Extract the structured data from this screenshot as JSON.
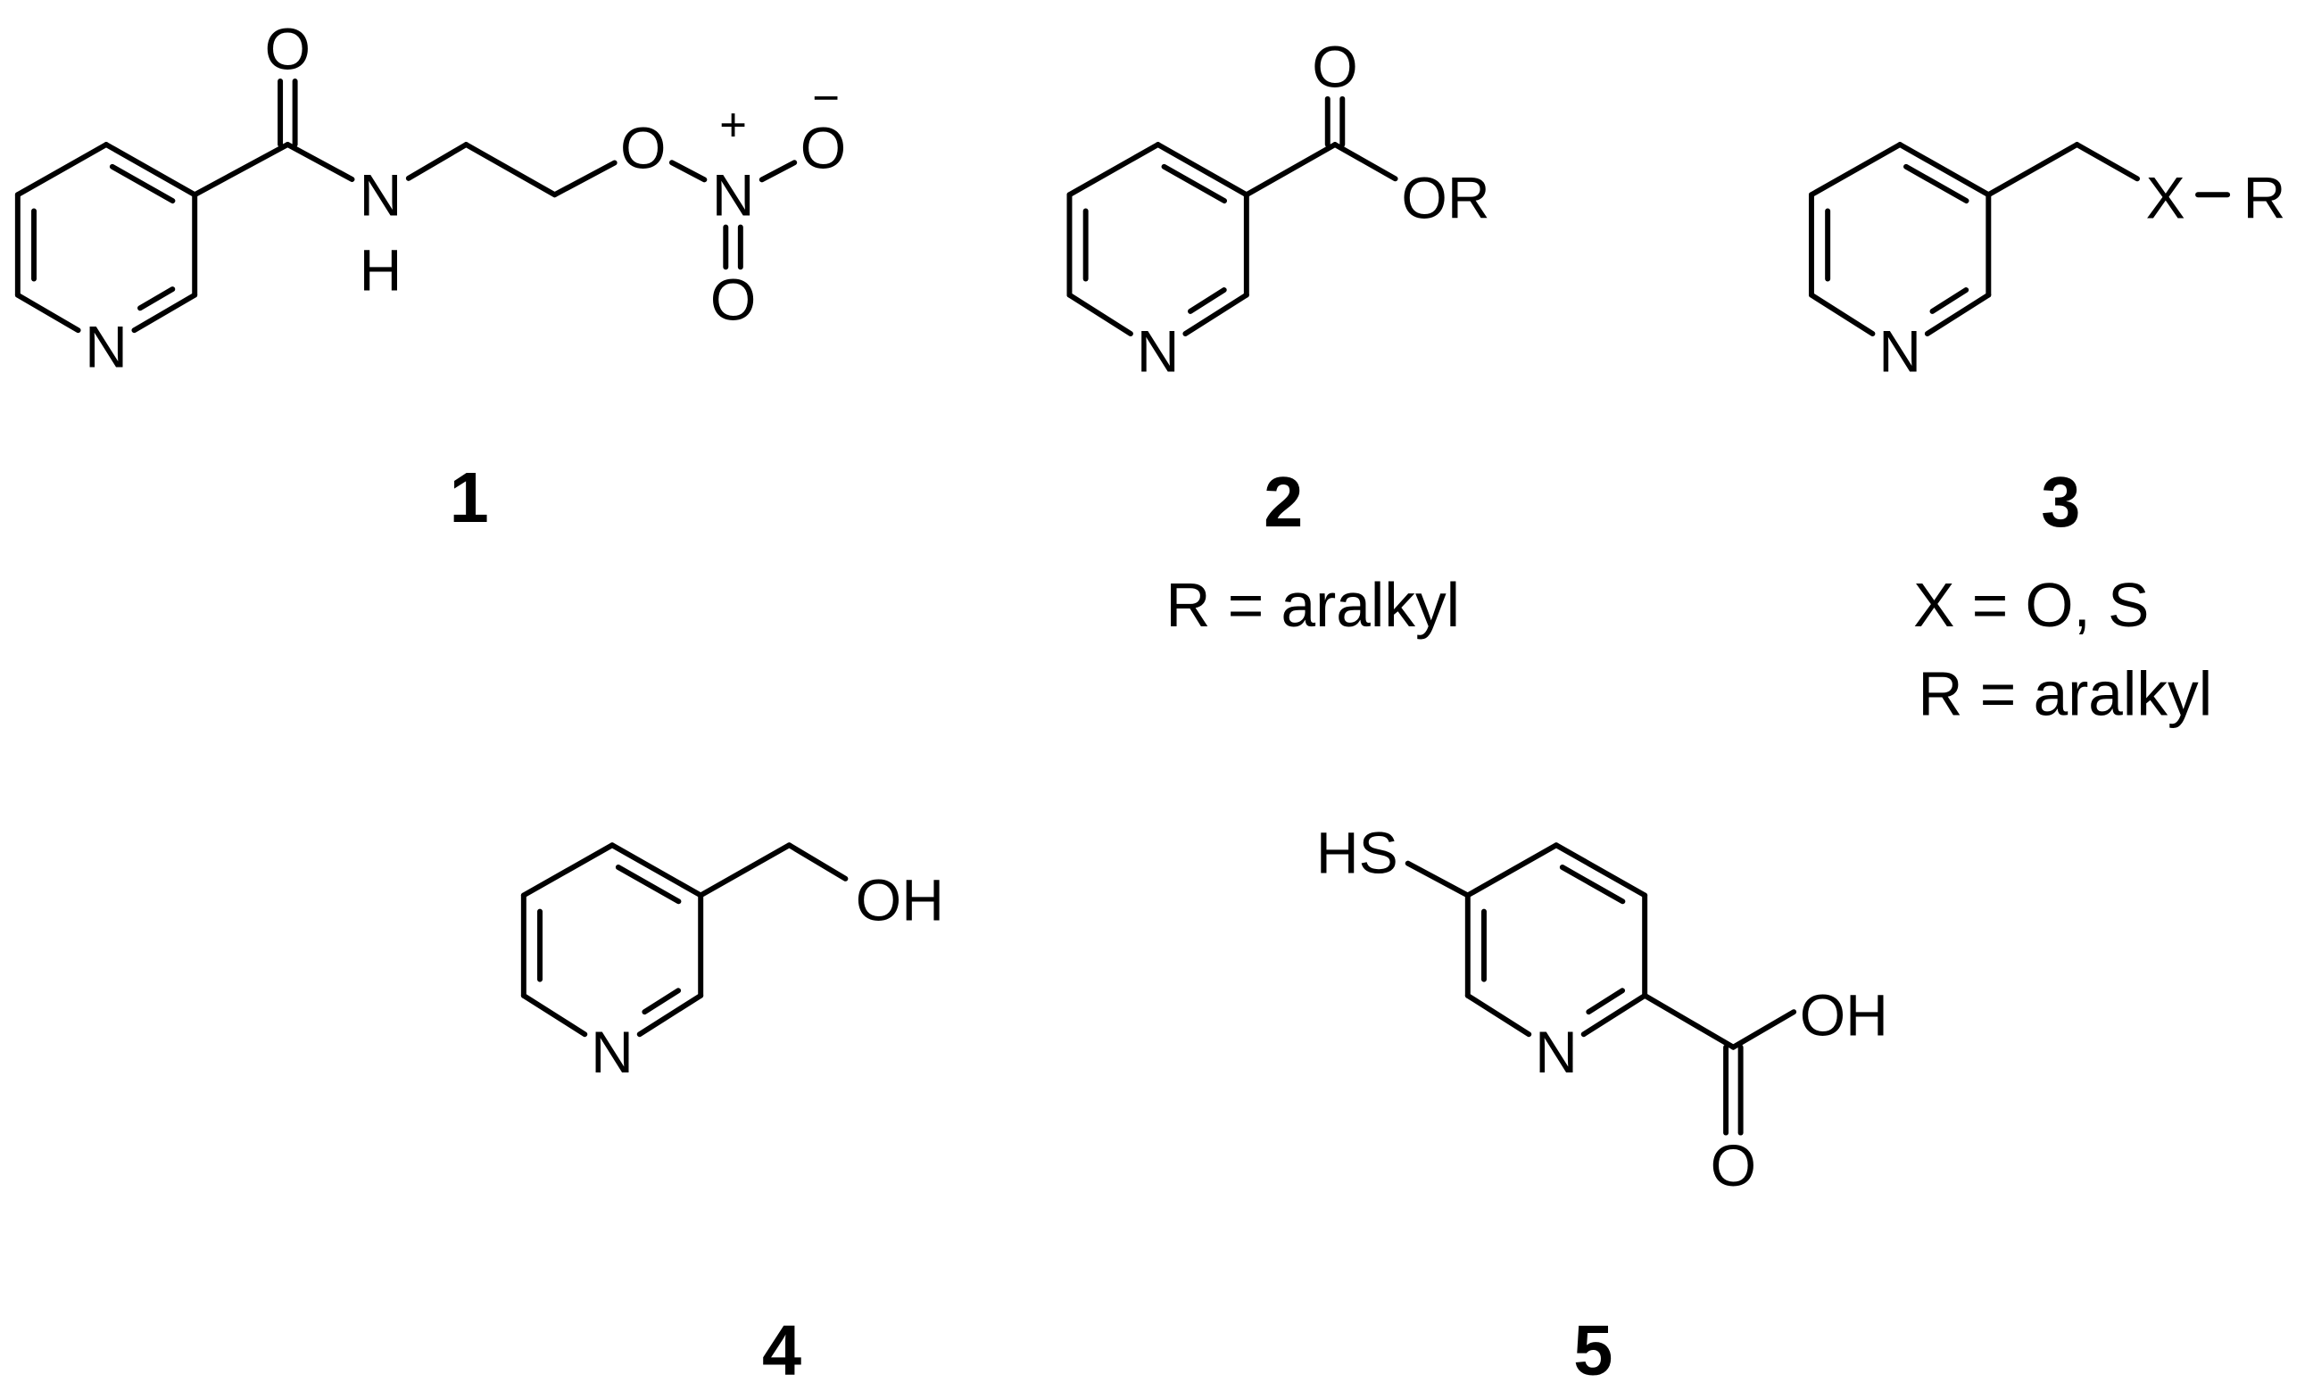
{
  "compounds": [
    {
      "number": "1",
      "atoms": {
        "o_carbonyl": "O",
        "n_amide": "N",
        "h_amide": "H",
        "o_ester": "O",
        "n_nitro": "N",
        "plus": "+",
        "o_minus": "O",
        "minus": "−",
        "o_double": "O",
        "n_ring": "N"
      }
    },
    {
      "number": "2",
      "atoms": {
        "o_carbonyl": "O",
        "or": "OR",
        "n_ring": "N"
      },
      "caption": [
        "R = aralkyl"
      ]
    },
    {
      "number": "3",
      "atoms": {
        "x": "X",
        "r": "R",
        "n_ring": "N"
      },
      "caption": [
        "X = O, S",
        "R = aralkyl"
      ]
    },
    {
      "number": "4",
      "atoms": {
        "oh": "OH",
        "n_ring": "N"
      }
    },
    {
      "number": "5",
      "atoms": {
        "hs": "HS",
        "oh": "OH",
        "o": "O",
        "n_ring": "N"
      }
    }
  ]
}
